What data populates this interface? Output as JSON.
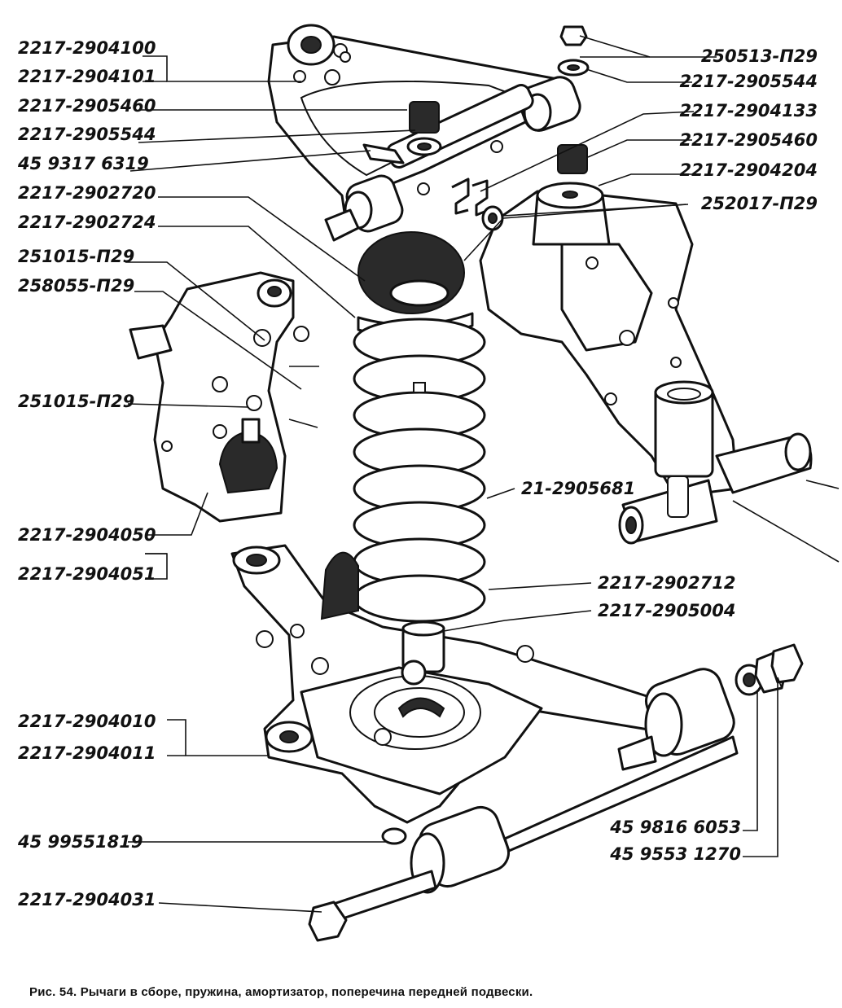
{
  "labels": {
    "upper_arm": "2217-2904100",
    "upper_arm_alt": "2217-2904101",
    "bumper_upper": "2217-2905460",
    "washer_upper_left": "2217-2905544",
    "bolt_upper": "45 9317 6319",
    "spring_pad_upper": "2217-2902720",
    "spring_seat": "2217-2902724",
    "cotter_upper": "251015-П29",
    "castle_nut": "258055-П29",
    "cotter_lower": "251015-П29",
    "knuckle_support": "2217-2904050",
    "knuckle_support_alt": "2217-2904051",
    "lower_arm": "2217-2904010",
    "lower_arm_alt": "2217-2904011",
    "nut_lower": "45 99551819",
    "strut_rod": "2217-2904031",
    "nut_top_right": "250513-П29",
    "washer_top_right": "2217-2905544",
    "bracket": "2217-2904133",
    "bumper_right": "2217-2905460",
    "bumper_cup": "2217-2904204",
    "washer_right": "252017-П29",
    "spring": "21-2905681",
    "spring_lower_cup": "2217-2902712",
    "shock_absorber": "2217-2905004",
    "washer_bottom_right": "45 9816 6053",
    "nut_bottom_right": "45 9553 1270"
  },
  "caption": "Рис. 54. Рычаги в сборе, пружина, амортизатор, поперечина передней подвески."
}
